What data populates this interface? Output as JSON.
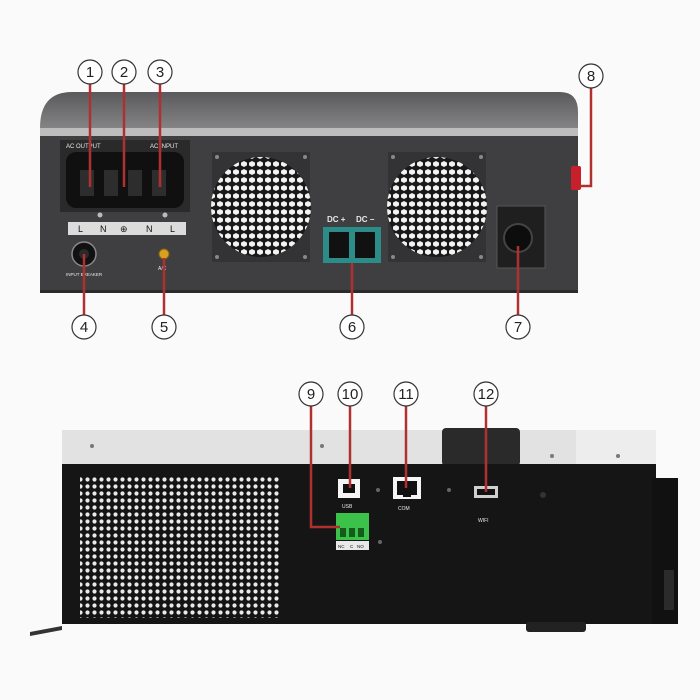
{
  "colors": {
    "leader_red": "#b03030",
    "chassis_dark": "#3f3f41",
    "chassis_black": "#151516",
    "panel_light": "#d8d8d8",
    "dc_terminal": "#2c8c88",
    "relay_green": "#3cc24a",
    "switch_red": "#c8202a",
    "fuse_orange": "#d8a020"
  },
  "front": {
    "ac_output_label": "AC OUTPUT",
    "ac_input_label": "AC INPUT",
    "terminal_labels": [
      "L",
      "N",
      "⊕",
      "N",
      "L"
    ],
    "breaker_label": "INPUT BREAKER",
    "fuse_label": "A/C",
    "dc_pos_label": "DC +",
    "dc_neg_label": "DC −"
  },
  "rear": {
    "usb_label": "USB",
    "com_label": "COM",
    "wifi_label": "WIFI",
    "relay_labels": [
      "NC",
      "C",
      "NO"
    ]
  },
  "callouts": [
    {
      "id": "1",
      "label": "1"
    },
    {
      "id": "2",
      "label": "2"
    },
    {
      "id": "3",
      "label": "3"
    },
    {
      "id": "4",
      "label": "4"
    },
    {
      "id": "5",
      "label": "5"
    },
    {
      "id": "6",
      "label": "6"
    },
    {
      "id": "7",
      "label": "7"
    },
    {
      "id": "8",
      "label": "8"
    },
    {
      "id": "9",
      "label": "9"
    },
    {
      "id": "10",
      "label": "10"
    },
    {
      "id": "11",
      "label": "11"
    },
    {
      "id": "12",
      "label": "12"
    }
  ]
}
